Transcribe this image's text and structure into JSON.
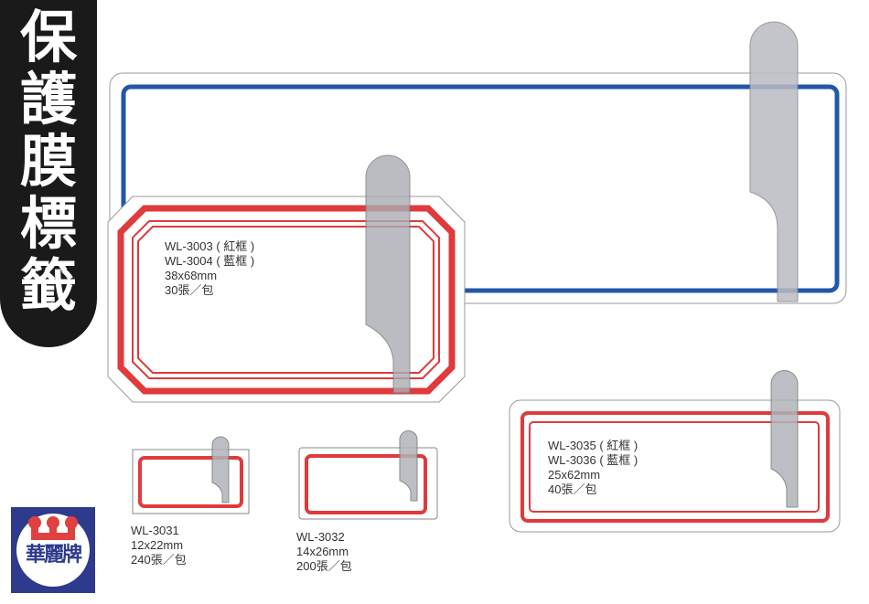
{
  "banner": {
    "title_chars": [
      "保",
      "護",
      "膜",
      "標",
      "籤"
    ]
  },
  "brand": {
    "logo_text": "華麗牌",
    "color": "#2e3a8c",
    "crown_color": "#e04040"
  },
  "colors": {
    "red_frame": "#e03a3c",
    "blue_frame": "#2456a8",
    "tab_grey": "#b9bcc2"
  },
  "products": [
    {
      "lines": [
        "WL-3003 ( 紅框 )",
        "WL-3004 ( 藍框 )",
        "38x68mm",
        "30張／包"
      ]
    },
    {
      "lines": [
        "WL-3031",
        "12x22mm",
        "240張／包"
      ]
    },
    {
      "lines": [
        "WL-3032",
        "14x26mm",
        "200張／包"
      ]
    },
    {
      "lines": [
        "WL-3035 ( 紅框 )",
        "WL-3036 ( 藍框 )",
        "25x62mm",
        "40張／包"
      ]
    }
  ]
}
